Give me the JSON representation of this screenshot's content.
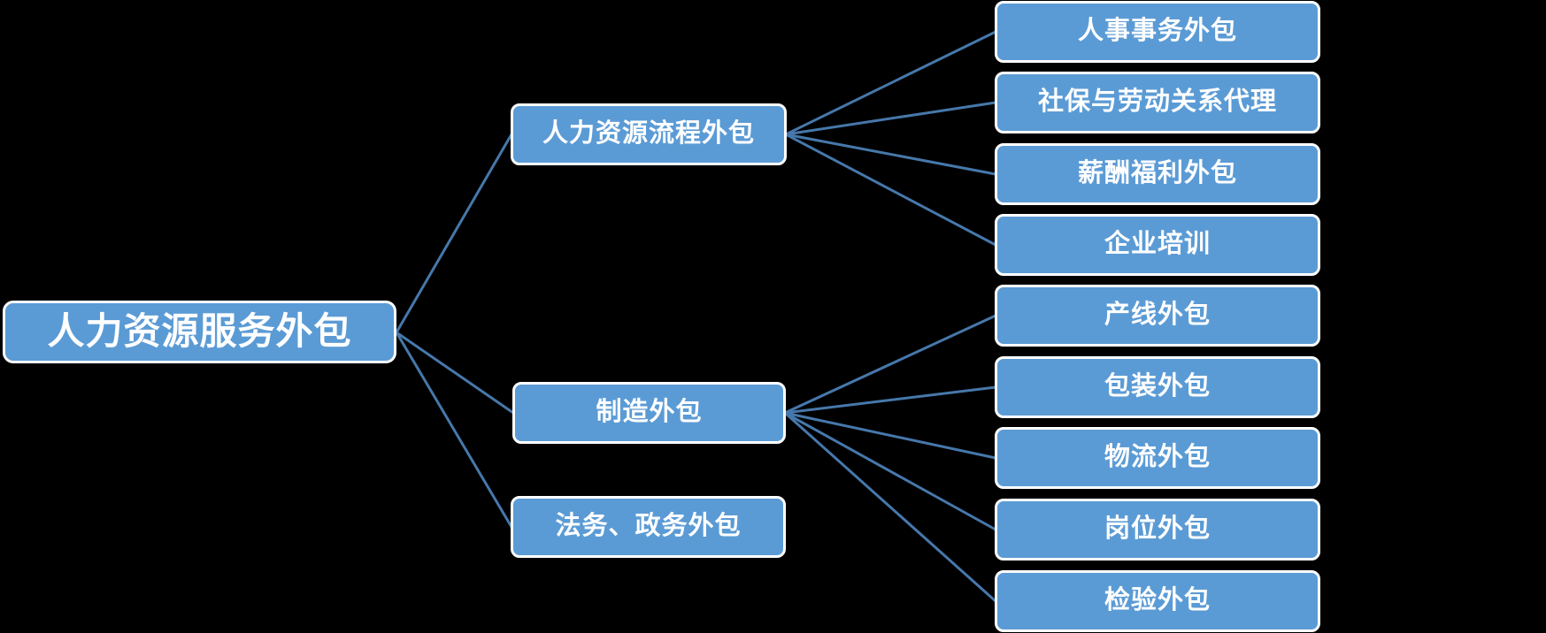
{
  "diagram": {
    "type": "hierarchy-smartart",
    "colors": {
      "background": "#000000",
      "node_fill": "#5B9BD5",
      "node_border": "#FFFFFF",
      "node_text": "#FFFFFF",
      "connector_line": "#4678AB"
    },
    "root": {
      "label": "人力资源服务外包"
    },
    "branches": [
      {
        "label": "人力资源流程外包",
        "children": [
          "人事事务外包",
          "社保与劳动关系代理",
          "薪酬福利外包",
          "企业培训"
        ]
      },
      {
        "label": "制造外包",
        "children": [
          "产线外包",
          "包装外包",
          "物流外包",
          "岗位外包",
          "检验外包"
        ]
      },
      {
        "label": "法务、政务外包",
        "children": []
      }
    ]
  }
}
